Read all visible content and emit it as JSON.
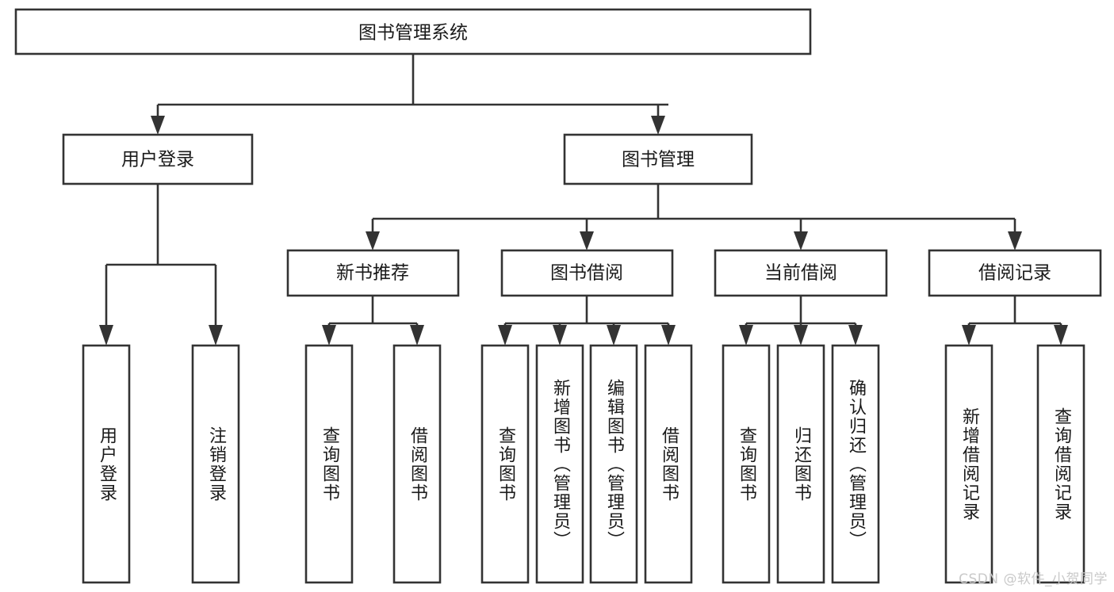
{
  "diagram": {
    "type": "tree",
    "title": "图书管理系统",
    "watermark": "CSDN @软件_小贺同学",
    "colors": {
      "stroke": "#333333",
      "fill": "#ffffff",
      "text": "#1a1a1a",
      "watermark": "#c9c9c9"
    },
    "levels": {
      "root_label": "图书管理系统",
      "level2": [
        "用户登录",
        "图书管理"
      ],
      "level3": [
        "新书推荐",
        "图书借阅",
        "当前借阅",
        "借阅记录"
      ]
    },
    "nodes": {
      "root": {
        "label": "图书管理系统",
        "orientation": "horizontal"
      },
      "user_login": {
        "label": "用户登录",
        "orientation": "horizontal"
      },
      "book_manage": {
        "label": "图书管理",
        "orientation": "horizontal"
      },
      "new_book_rec": {
        "label": "新书推荐",
        "orientation": "horizontal"
      },
      "book_borrow": {
        "label": "图书借阅",
        "orientation": "horizontal"
      },
      "current_borrow": {
        "label": "当前借阅",
        "orientation": "horizontal"
      },
      "borrow_record": {
        "label": "借阅记录",
        "orientation": "horizontal"
      },
      "leaf_1": {
        "label": "用户登录",
        "orientation": "vertical",
        "parent": "用户登录"
      },
      "leaf_2": {
        "label": "注销登录",
        "orientation": "vertical",
        "parent": "用户登录"
      },
      "leaf_3": {
        "label": "查询图书",
        "orientation": "vertical",
        "parent": "新书推荐"
      },
      "leaf_4": {
        "label": "借阅图书",
        "orientation": "vertical",
        "parent": "新书推荐"
      },
      "leaf_5": {
        "label": "查询图书",
        "orientation": "vertical",
        "parent": "图书借阅"
      },
      "leaf_6": {
        "label": "新增图书（管理员）",
        "orientation": "vertical",
        "parent": "图书借阅"
      },
      "leaf_7": {
        "label": "编辑图书（管理员）",
        "orientation": "vertical",
        "parent": "图书借阅"
      },
      "leaf_8": {
        "label": "借阅图书",
        "orientation": "vertical",
        "parent": "图书借阅"
      },
      "leaf_9": {
        "label": "查询图书",
        "orientation": "vertical",
        "parent": "当前借阅"
      },
      "leaf_10": {
        "label": "归还图书",
        "orientation": "vertical",
        "parent": "当前借阅"
      },
      "leaf_11": {
        "label": "确认归还（管理员）",
        "orientation": "vertical",
        "parent": "当前借阅"
      },
      "leaf_12": {
        "label": "新增借阅记录",
        "orientation": "vertical",
        "parent": "借阅记录"
      },
      "leaf_13": {
        "label": "查询借阅记录",
        "orientation": "vertical",
        "parent": "借阅记录"
      }
    }
  }
}
